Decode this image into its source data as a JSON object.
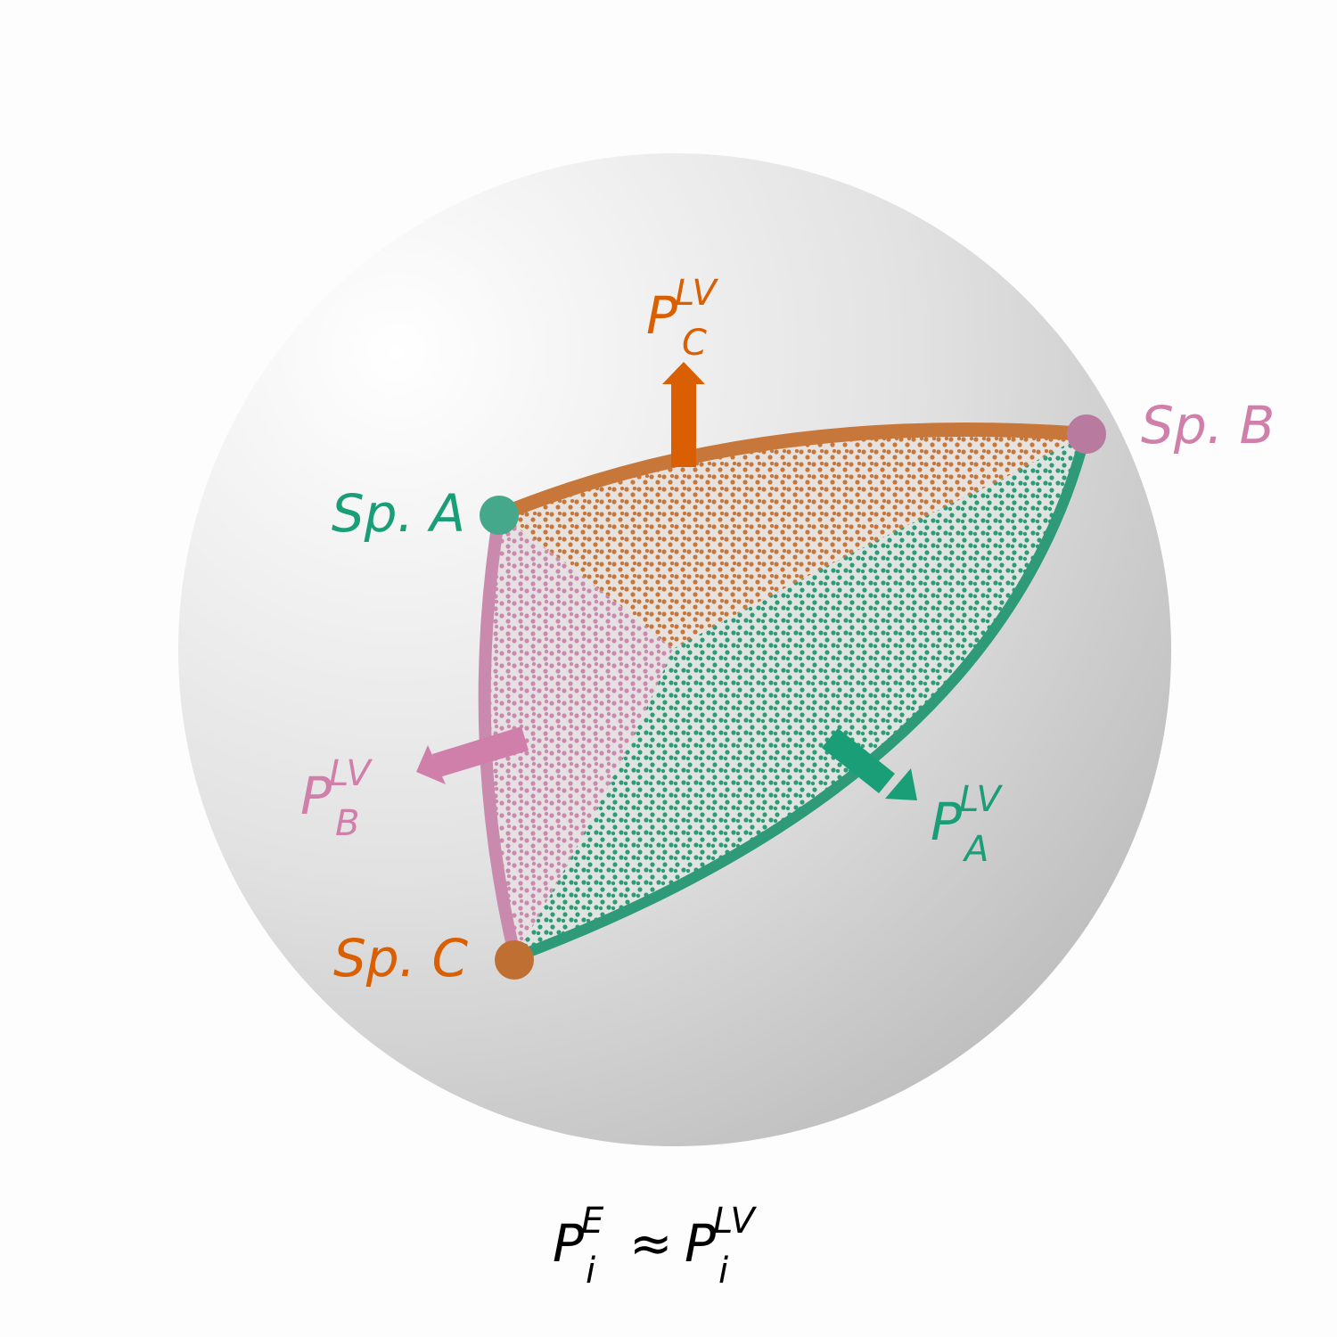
{
  "colors": {
    "species_a": "#1a9e77",
    "species_b": "#d07fab",
    "species_c": "#d95f02",
    "region_a_fill": "#2e9a78",
    "region_b_fill": "#c98aae",
    "region_c_fill": "#c8773a",
    "formula": "#000000"
  },
  "species": {
    "a": {
      "label": "Sp. A"
    },
    "b": {
      "label": "Sp. B"
    },
    "c": {
      "label": "Sp. C"
    }
  },
  "vectors": {
    "a": {
      "symbol": "P",
      "sub": "A",
      "sup": "LV"
    },
    "b": {
      "symbol": "P",
      "sub": "B",
      "sup": "LV"
    },
    "c": {
      "symbol": "P",
      "sub": "C",
      "sup": "LV"
    }
  },
  "formula": {
    "lhs_symbol": "P",
    "lhs_sub": "i",
    "lhs_sup": "E",
    "relation": "≈",
    "rhs_symbol": "P",
    "rhs_sub": "i",
    "rhs_sup": "LV"
  }
}
